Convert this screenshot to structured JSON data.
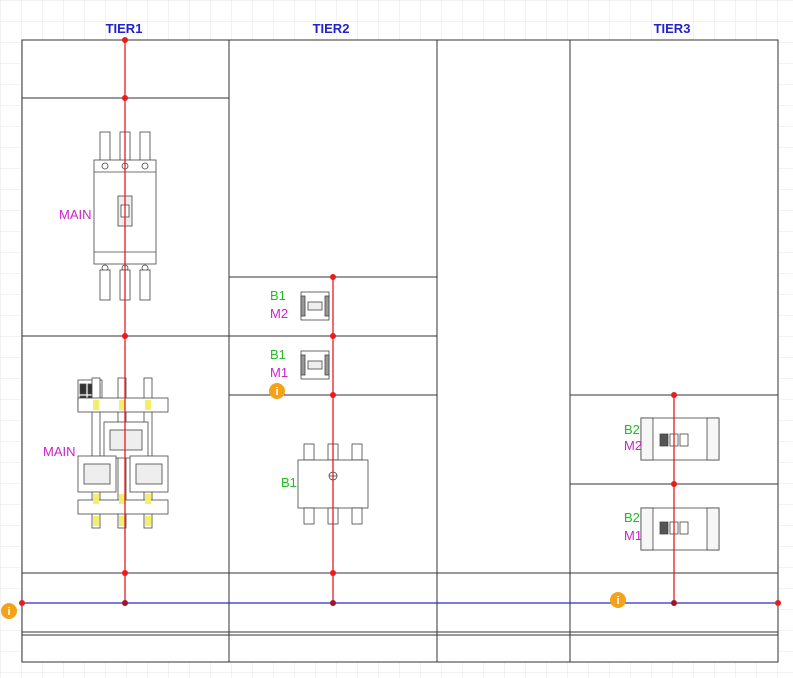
{
  "tiers": [
    {
      "label": "TIER1"
    },
    {
      "label": "TIER2"
    },
    {
      "label": "TIER3"
    }
  ],
  "devices": {
    "tier1_main_breaker": {
      "label": "MAIN"
    },
    "tier1_main_busbar": {
      "label": "MAIN"
    },
    "tier2_b1_m2": {
      "label_b": "B1",
      "label_m": "M2"
    },
    "tier2_b1_m1": {
      "label_b": "B1",
      "label_m": "M1"
    },
    "tier2_b1_large": {
      "label_b": "B1"
    },
    "tier3_b2_m2": {
      "label_b": "B2",
      "label_m": "M2"
    },
    "tier3_b2_m1": {
      "label_b": "B2",
      "label_m": "M1"
    }
  },
  "info_badges": [
    {
      "glyph": "i"
    },
    {
      "glyph": "i"
    },
    {
      "glyph": "i"
    }
  ],
  "colors": {
    "grid": "#e6e6e6",
    "frame": "#333333",
    "feeder_line": "#e81c1c",
    "bus_line": "#2a2acc",
    "tier_label": "#2222cc",
    "magenta_label": "#cc22cc",
    "green_label": "#22bb22",
    "info_badge": "#f5a21b"
  }
}
